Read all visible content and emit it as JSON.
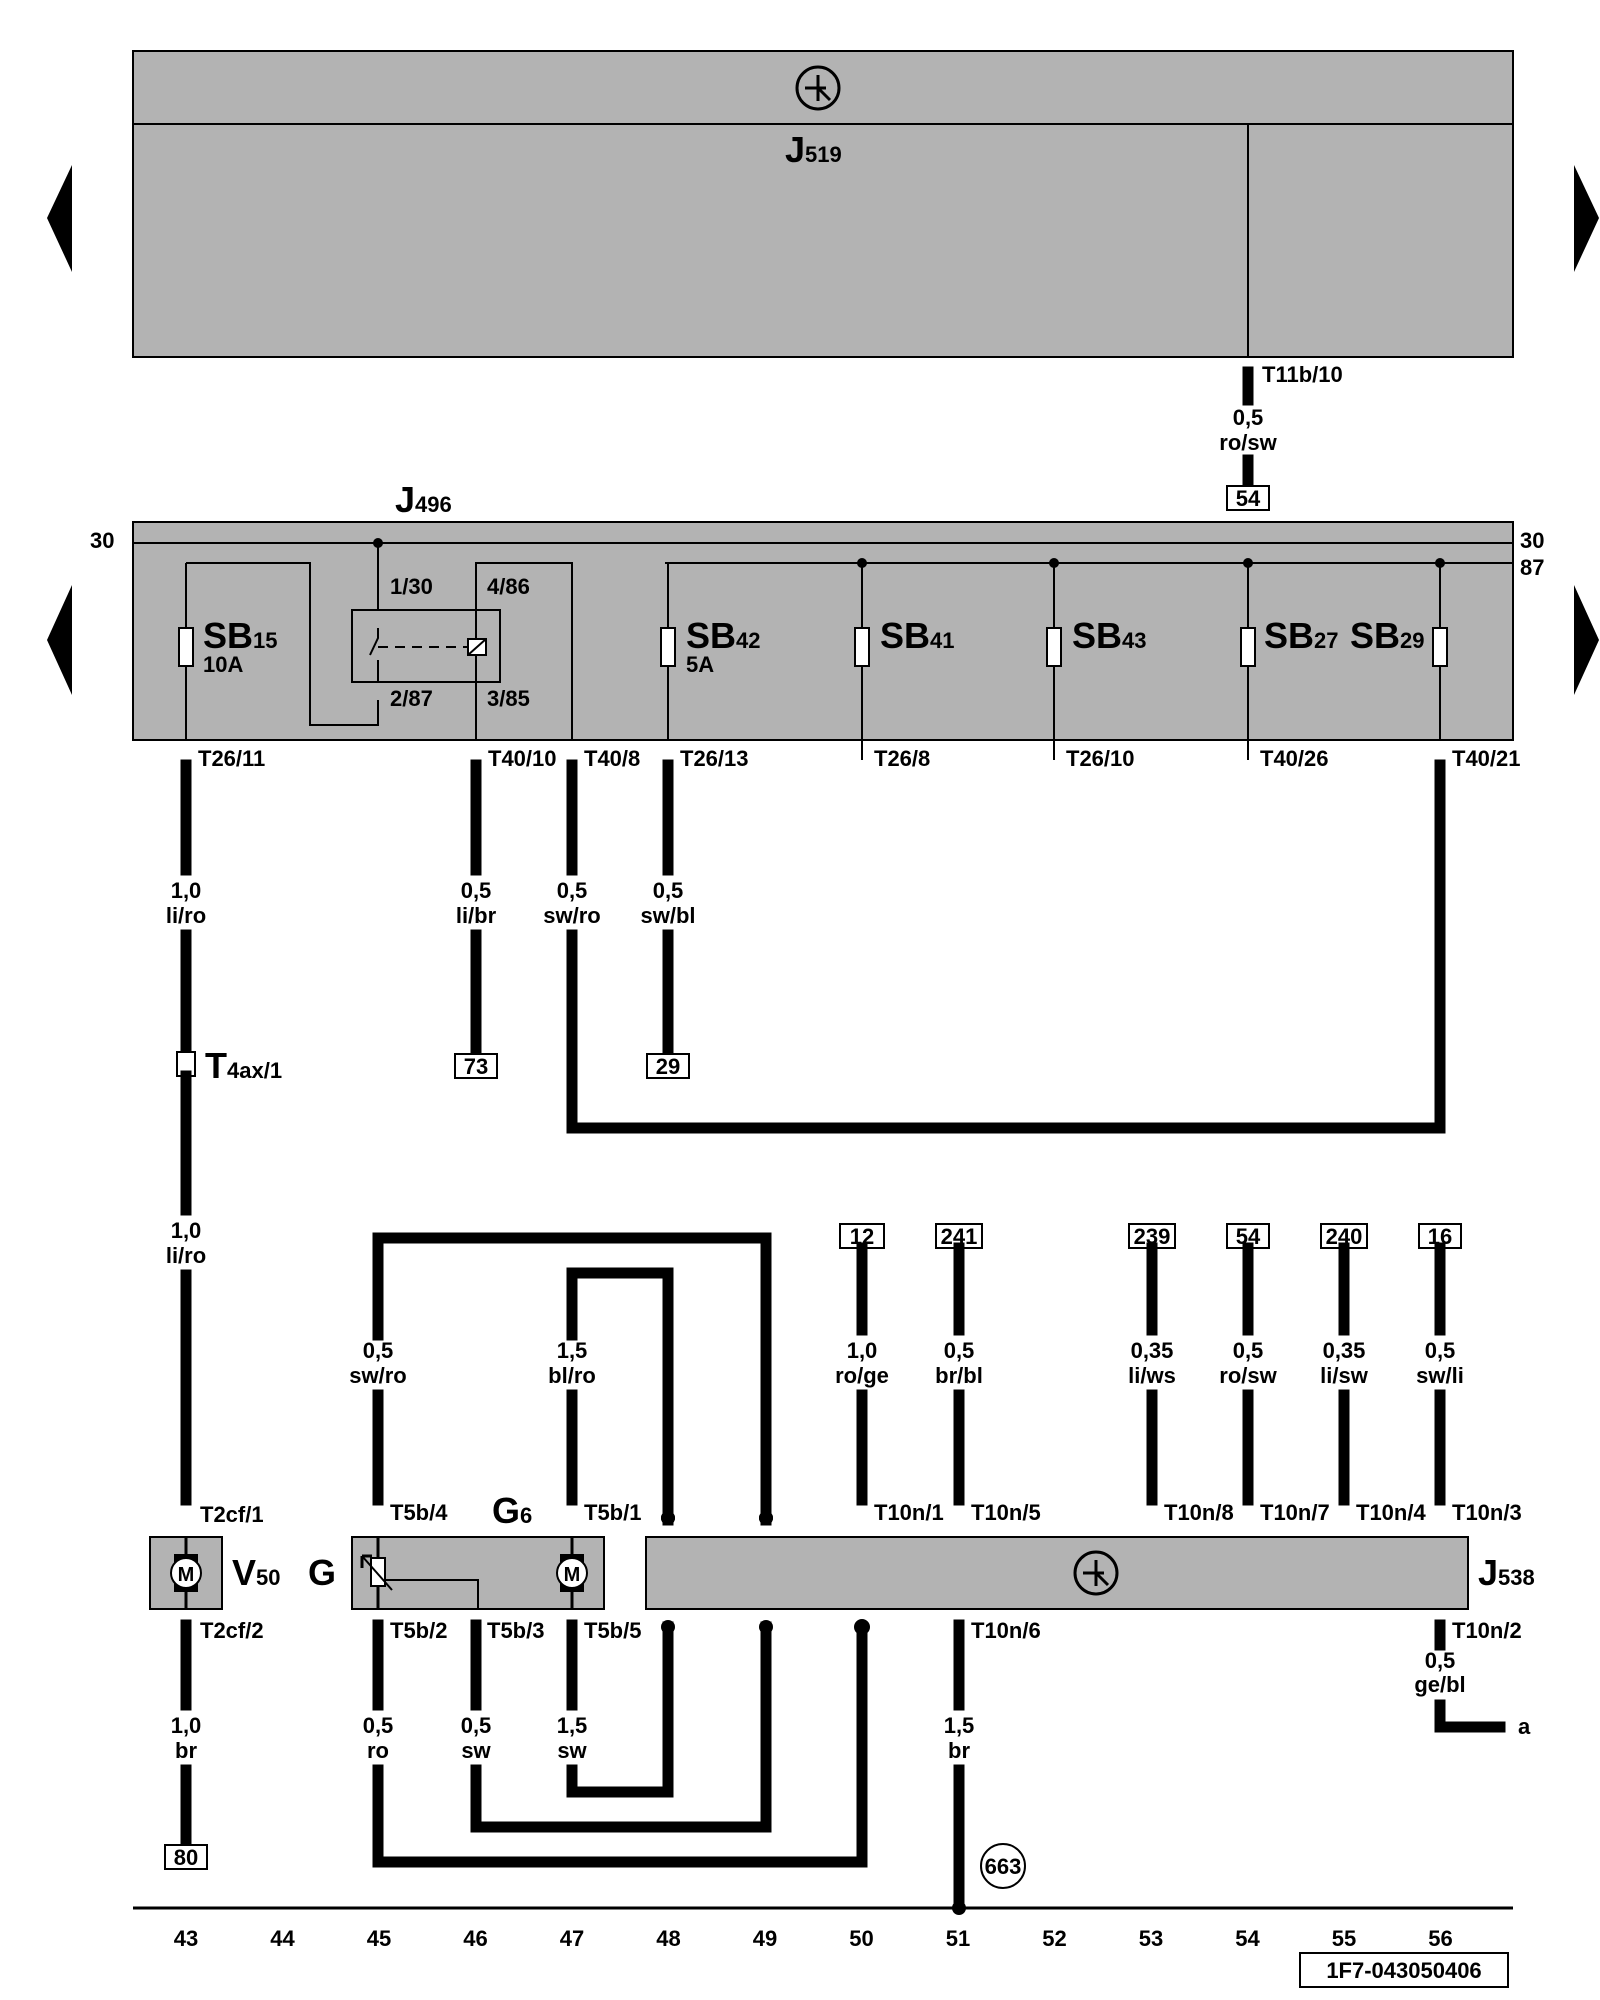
{
  "modules": {
    "j519": "J",
    "j519_sub": "519",
    "j496": "J",
    "j496_sub": "496",
    "j538": "J",
    "j538_sub": "538",
    "v50": "V",
    "v50_sub": "50",
    "g6": "G",
    "g6_sub": "6",
    "g": "G",
    "motor": "M"
  },
  "fuses": [
    {
      "name": "SB",
      "sub": "15",
      "rating": "10A"
    },
    {
      "name": "SB",
      "sub": "42",
      "rating": "5A"
    },
    {
      "name": "SB",
      "sub": "41",
      "rating": ""
    },
    {
      "name": "SB",
      "sub": "43",
      "rating": ""
    },
    {
      "name": "SB",
      "sub": "27",
      "rating": ""
    },
    {
      "name": "SB",
      "sub": "29",
      "rating": ""
    }
  ],
  "rails": {
    "r30_left": "30",
    "r30_right": "30",
    "r87_right": "87"
  },
  "relay_pins": {
    "p1": "1/30",
    "p2": "2/87",
    "p3": "3/85",
    "p4": "4/86"
  },
  "connectors": {
    "t11b10": "T11b/10",
    "t2611": "T26/11",
    "t4010": "T40/10",
    "t408": "T40/8",
    "t2613": "T26/13",
    "t268": "T26/8",
    "t2610": "T26/10",
    "t4026": "T40/26",
    "t4021": "T40/21",
    "t4ax": "T",
    "t4ax_sub": "4ax/1",
    "t2cf1": "T2cf/1",
    "t2cf2": "T2cf/2",
    "t5b4": "T5b/4",
    "t5b1": "T5b/1",
    "t5b2": "T5b/2",
    "t5b3": "T5b/3",
    "t5b5": "T5b/5",
    "t10n1": "T10n/1",
    "t10n5": "T10n/5",
    "t10n8": "T10n/8",
    "t10n7": "T10n/7",
    "t10n4": "T10n/4",
    "t10n3": "T10n/3",
    "t10n6": "T10n/6",
    "t10n2": "T10n/2"
  },
  "wires": {
    "w_t11b": [
      "0,5",
      "ro/sw"
    ],
    "w45_top": [
      "1,0",
      "li/ro"
    ],
    "w45_mid": [
      "1,0",
      "li/ro"
    ],
    "w48": [
      "0,5",
      "li/br"
    ],
    "w49": [
      "0,5",
      "sw/ro"
    ],
    "w51": [
      "0,5",
      "sw/bl"
    ],
    "w45g": [
      "0,5",
      "sw/ro"
    ],
    "w47g": [
      "1,5",
      "bl/ro"
    ],
    "w_12": [
      "1,0",
      "ro/ge"
    ],
    "w_241": [
      "0,5",
      "br/bl"
    ],
    "w_239": [
      "0,35",
      "li/ws"
    ],
    "w_54b": [
      "0,5",
      "ro/sw"
    ],
    "w_240": [
      "0,35",
      "li/sw"
    ],
    "w_16": [
      "0,5",
      "sw/li"
    ],
    "w43b": [
      "1,0",
      "br"
    ],
    "w45b": [
      "0,5",
      "ro"
    ],
    "w46b": [
      "0,5",
      "sw"
    ],
    "w47b": [
      "1,5",
      "sw"
    ],
    "w51b": [
      "1,5",
      "br"
    ],
    "w56b": [
      "0,5",
      "ge/bl"
    ]
  },
  "references": {
    "r54a": "54",
    "r73": "73",
    "r29": "29",
    "r12": "12",
    "r241": "241",
    "r239": "239",
    "r54b": "54",
    "r240": "240",
    "r16": "16",
    "r80": "80"
  },
  "ground_point": "663",
  "continuation": "a",
  "grid": [
    "43",
    "44",
    "45",
    "46",
    "47",
    "48",
    "49",
    "50",
    "51",
    "52",
    "53",
    "54",
    "55",
    "56"
  ],
  "drawing_id": "1F7-043050406"
}
